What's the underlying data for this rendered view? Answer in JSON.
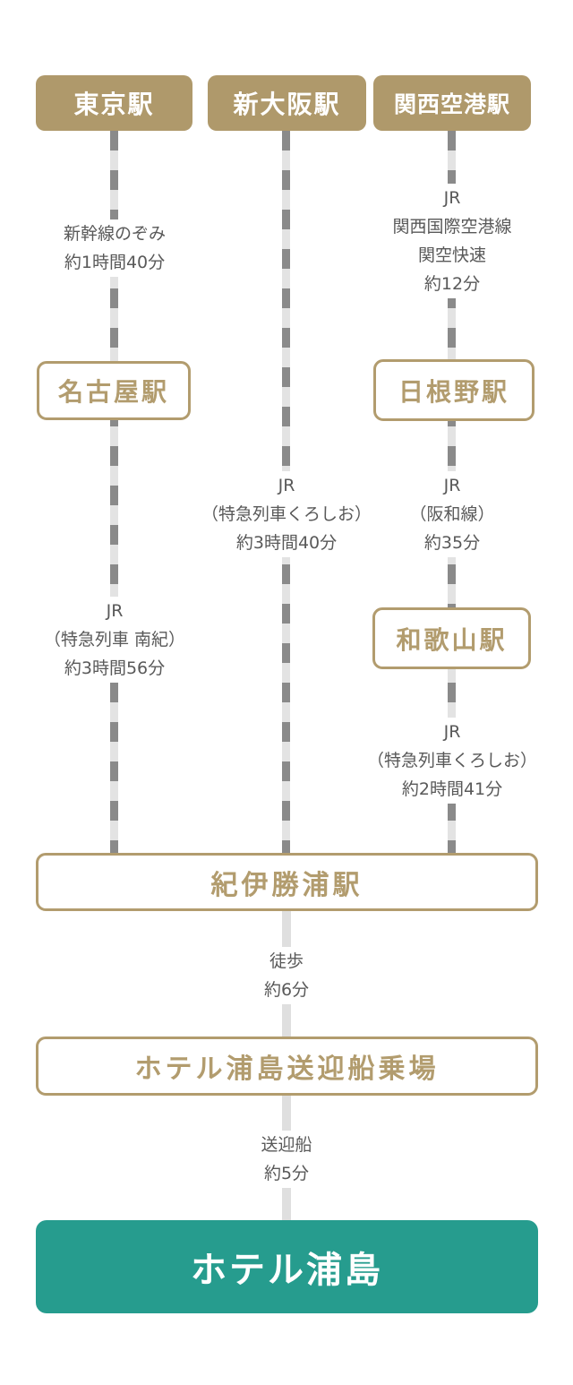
{
  "stations": {
    "tokyo": "東京駅",
    "shinosaka": "新大阪駅",
    "kansai_airport": "関西空港駅",
    "nagoya": "名古屋駅",
    "hineno": "日根野駅",
    "wakayama": "和歌山駅",
    "kii_katsuura": "紀伊勝浦駅",
    "pier": "ホテル浦島送迎船乗場",
    "hotel": "ホテル浦島"
  },
  "legs": {
    "tokyo_nagoya": {
      "lines": [
        "新幹線のぞみ",
        "約1時間40分"
      ]
    },
    "kansai_hineno": {
      "lines": [
        "JR",
        "関西国際空港線",
        "関空快速",
        "約12分"
      ]
    },
    "shinosaka_kii": {
      "lines": [
        "JR",
        "（特急列車くろしお）",
        "約3時間40分"
      ]
    },
    "hineno_wakayama": {
      "lines": [
        "JR",
        "（阪和線）",
        "約35分"
      ]
    },
    "nagoya_kii": {
      "lines": [
        "JR",
        "（特急列車 南紀）",
        "約3時間56分"
      ]
    },
    "wakayama_kii": {
      "lines": [
        "JR",
        "（特急列車くろしお）",
        "約2時間41分"
      ]
    },
    "walk": {
      "lines": [
        "徒歩",
        "約6分"
      ]
    },
    "boat": {
      "lines": [
        "送迎船",
        "約5分"
      ]
    }
  },
  "colors": {
    "gold": "#af996b",
    "gold_outline": "#b29c6e",
    "teal": "#269c8e",
    "dash_dark": "#8a8a8a",
    "dash_light": "#e3e3e3",
    "connector_light": "#dfdfdf",
    "label_text": "#595959"
  }
}
